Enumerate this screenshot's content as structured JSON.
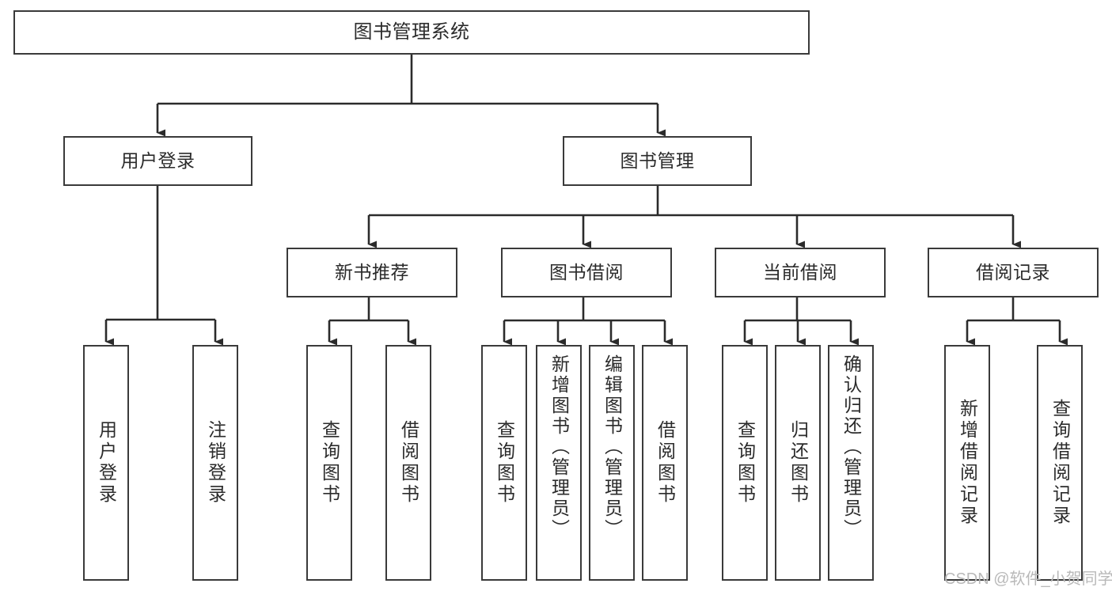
{
  "diagram": {
    "title": "图书管理系统",
    "type": "hierarchy-tree",
    "orientation": "top-down",
    "colors": {
      "box_border": "#3a3a3a",
      "box_fill": "#ffffff",
      "text": "#2b2b2b",
      "connector": "#2b2b2b",
      "watermark": "#b9b9b9",
      "background": "#ffffff"
    },
    "watermark": "CSDN @软件_小贺同学",
    "levels": 4
  },
  "nodes": {
    "root": {
      "id": "root",
      "label": "图书管理系统",
      "level": 0,
      "orientation": "horizontal"
    },
    "l1": [
      {
        "id": "user-login",
        "label": "用户登录",
        "level": 1,
        "orientation": "horizontal"
      },
      {
        "id": "book-management",
        "label": "图书管理",
        "level": 1,
        "orientation": "horizontal"
      }
    ],
    "l2": [
      {
        "id": "new-book-recommend",
        "label": "新书推荐",
        "level": 2,
        "orientation": "horizontal",
        "parent": "book-management"
      },
      {
        "id": "book-borrow",
        "label": "图书借阅",
        "level": 2,
        "orientation": "horizontal",
        "parent": "book-management"
      },
      {
        "id": "current-borrow",
        "label": "当前借阅",
        "level": 2,
        "orientation": "horizontal",
        "parent": "book-management"
      },
      {
        "id": "borrow-record",
        "label": "借阅记录",
        "level": 2,
        "orientation": "horizontal",
        "parent": "book-management"
      }
    ],
    "leaves": [
      {
        "id": "leaf-user-login",
        "label": "用户登录",
        "parent": "user-login"
      },
      {
        "id": "leaf-logout-login",
        "label": "注销登录",
        "parent": "user-login"
      },
      {
        "id": "leaf-query-book-1",
        "label": "查询图书",
        "parent": "new-book-recommend"
      },
      {
        "id": "leaf-borrow-book-1",
        "label": "借阅图书",
        "parent": "new-book-recommend"
      },
      {
        "id": "leaf-query-book-2",
        "label": "查询图书",
        "parent": "book-borrow"
      },
      {
        "id": "leaf-add-book-admin",
        "label": "新增图书（管理员）",
        "parent": "book-borrow"
      },
      {
        "id": "leaf-edit-book-admin",
        "label": "编辑图书（管理员）",
        "parent": "book-borrow"
      },
      {
        "id": "leaf-borrow-book-2",
        "label": "借阅图书",
        "parent": "book-borrow"
      },
      {
        "id": "leaf-query-book-3",
        "label": "查询图书",
        "parent": "current-borrow"
      },
      {
        "id": "leaf-return-book",
        "label": "归还图书",
        "parent": "current-borrow"
      },
      {
        "id": "leaf-confirm-return-admin",
        "label": "确认归还（管理员）",
        "parent": "current-borrow"
      },
      {
        "id": "leaf-add-borrow-record",
        "label": "新增借阅记录",
        "parent": "borrow-record"
      },
      {
        "id": "leaf-query-borrow-record",
        "label": "查询借阅记录",
        "parent": "borrow-record"
      }
    ]
  }
}
